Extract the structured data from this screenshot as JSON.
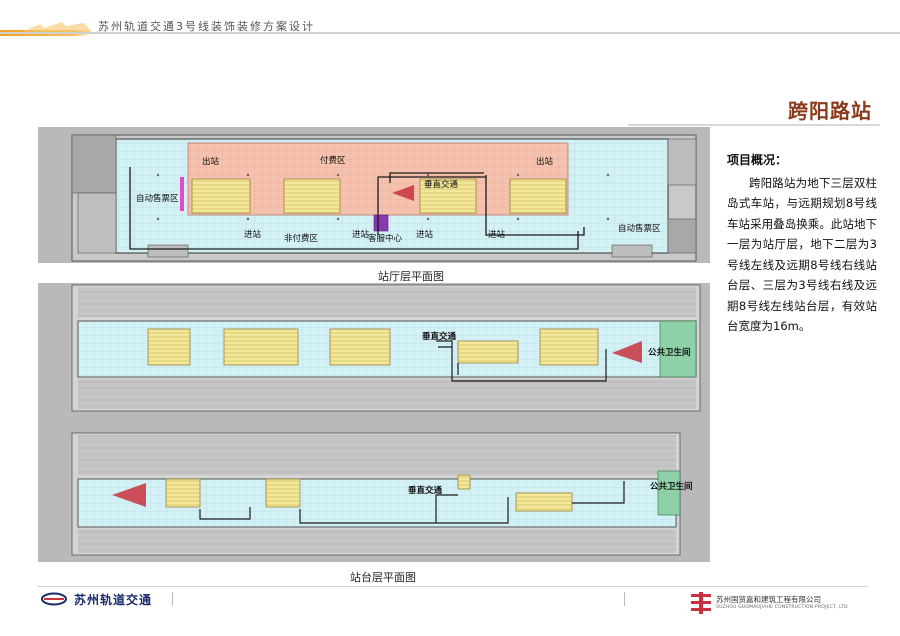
{
  "header": {
    "title": "苏州轨道交通3号线装饰装修方案设计"
  },
  "station": {
    "name": "跨阳路站"
  },
  "hall_plan": {
    "caption": "站厅层平面图",
    "labels": {
      "exit_left": "出站",
      "paid_area": "付费区",
      "exit_right": "出站",
      "ticket_left": "自动售票区",
      "vertical": "垂直交通",
      "entry_1": "进站",
      "unpaid": "非付费区",
      "entry_2": "进站",
      "service": "客服中心",
      "entry_3": "进站",
      "entry_4": "进站",
      "ticket_right": "自动售票区"
    }
  },
  "platform_plan_1": {
    "labels": {
      "vertical": "垂直交通",
      "toilet": "公共卫生间"
    }
  },
  "platform_plan_2": {
    "caption": "站台层平面图",
    "labels": {
      "vertical": "垂直交通",
      "toilet": "公共卫生间"
    }
  },
  "overview": {
    "heading": "项目概况：",
    "body": "跨阳路站为地下三层双柱岛式车站，与远期规划8号线车站采用叠岛换乘。此站地下一层为站厅层，地下二层为3号线左线及远期8号线右线站台层、三层为3号线右线及远期8号线左线站台层，有效站台宽度为16m。"
  },
  "footer": {
    "brand": "苏州轨道交通",
    "company": "苏州国贸嘉和建筑工程有限公司",
    "company_en": "SUZHOU GUOMAOJIAHE CONSTRUCTION PROJECT, LTD"
  },
  "colors": {
    "brand_blue": "#1a2a6a",
    "title_brown": "#8a3a1a",
    "paid_area": "#f2b8a4",
    "floor": "#cfeef3",
    "stairs": "#f3e79a",
    "arrow": "#c8323c"
  }
}
